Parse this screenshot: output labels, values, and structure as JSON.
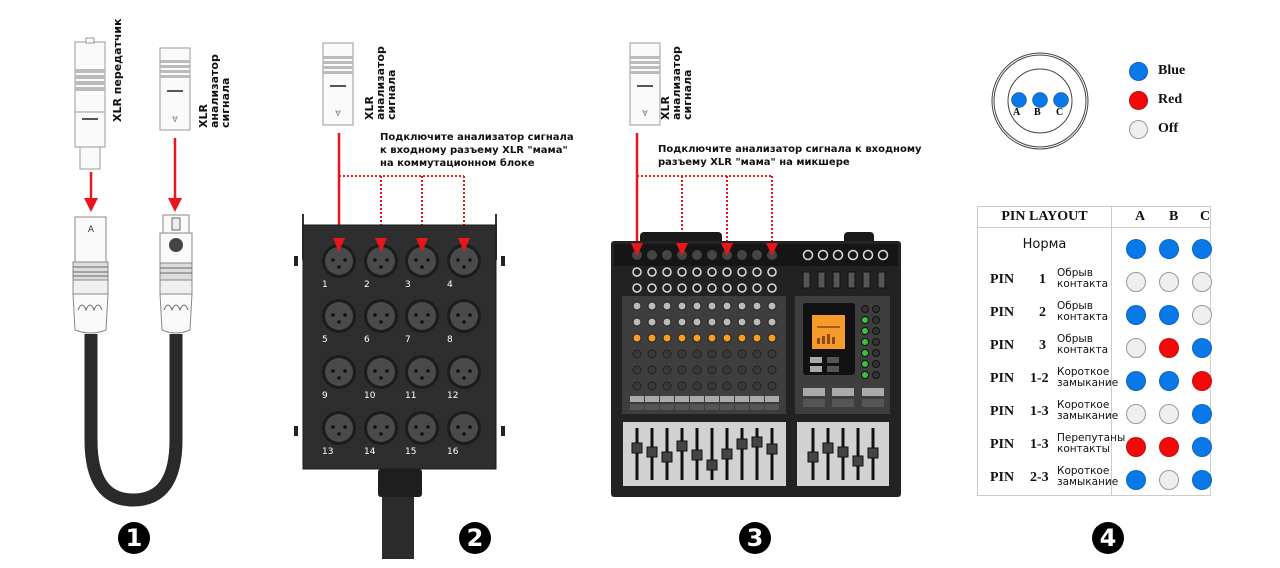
{
  "colors": {
    "blue": "#0a78e6",
    "red": "#f00a0a",
    "off": "#efefef",
    "arrow": "#e8161b",
    "panel": "#2e2e2e"
  },
  "panel1": {
    "transmitter_label": "XLR передатчик",
    "analyzer_label": "XLR анализатор сигнала",
    "connector_letter": "A",
    "step": "1"
  },
  "panel2": {
    "analyzer_label": "XLR анализатор сигнала",
    "instruction": "Подключите анализатор сигнала\nк входному разъему XLR \"мама\"\nна коммутационном блоке",
    "jacks": [
      "1",
      "2",
      "3",
      "4",
      "5",
      "6",
      "7",
      "8",
      "9",
      "10",
      "11",
      "12",
      "13",
      "14",
      "15",
      "16"
    ],
    "step": "2"
  },
  "panel3": {
    "analyzer_label": "XLR анализатор сигнала",
    "instruction": "Подключите анализатор сигнала к входному\nразъему XLR \"мама\" на микшере",
    "step": "3"
  },
  "panel4": {
    "connector_pins": [
      "A",
      "B",
      "C"
    ],
    "legend": [
      {
        "label": "Blue",
        "state": "blue"
      },
      {
        "label": "Red",
        "state": "red"
      },
      {
        "label": "Off",
        "state": "off"
      }
    ],
    "table": {
      "header": "PIN LAYOUT",
      "columns": [
        "A",
        "B",
        "C"
      ],
      "rows": [
        {
          "pin": "",
          "num": "",
          "desc": "Норма",
          "states": [
            "blue",
            "blue",
            "blue"
          ]
        },
        {
          "pin": "PIN",
          "num": "1",
          "desc": "Обрыв\nконтакта",
          "states": [
            "off",
            "off",
            "off"
          ]
        },
        {
          "pin": "PIN",
          "num": "2",
          "desc": "Обрыв\nконтакта",
          "states": [
            "blue",
            "blue",
            "off"
          ]
        },
        {
          "pin": "PIN",
          "num": "3",
          "desc": "Обрыв\nконтакта",
          "states": [
            "off",
            "red",
            "blue"
          ]
        },
        {
          "pin": "PIN",
          "num": "1-2",
          "desc": "Короткое\nзамыкание",
          "states": [
            "blue",
            "blue",
            "red"
          ]
        },
        {
          "pin": "PIN",
          "num": "1-3",
          "desc": "Короткое\nзамыкание",
          "states": [
            "off",
            "off",
            "blue"
          ]
        },
        {
          "pin": "PIN",
          "num": "1-3",
          "desc": "Перепутаны\nконтакты",
          "states": [
            "red",
            "red",
            "blue"
          ]
        },
        {
          "pin": "PIN",
          "num": "2-3",
          "desc": "Короткое\nзамыкание",
          "states": [
            "blue",
            "off",
            "blue"
          ]
        }
      ]
    },
    "step": "4"
  }
}
